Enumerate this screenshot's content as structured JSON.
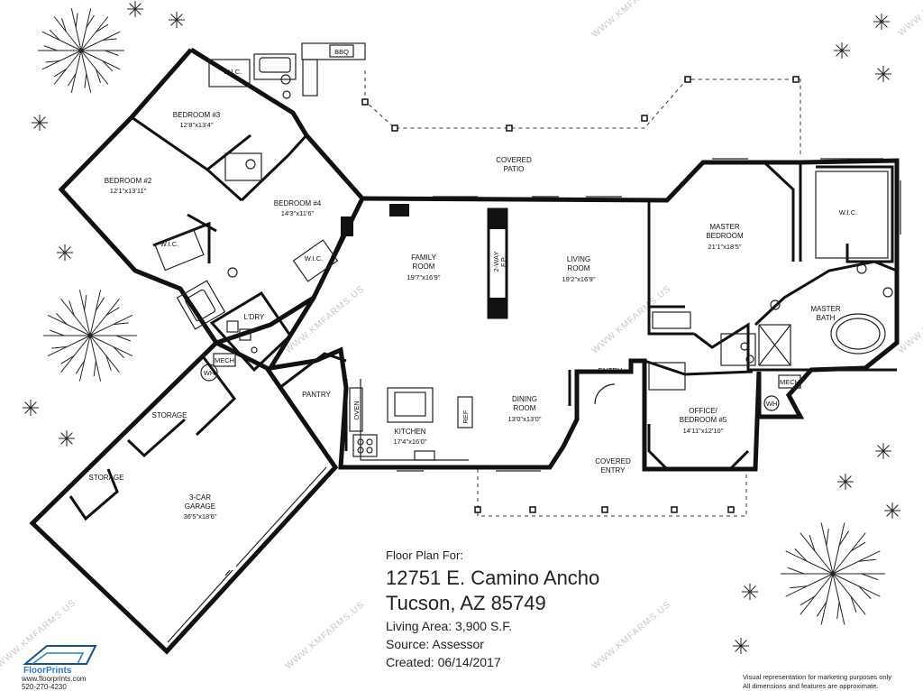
{
  "rooms": {
    "bedroom3": {
      "name": "BEDROOM #3",
      "dims": "12'8\"x13'4\""
    },
    "bedroom2": {
      "name": "BEDROOM #2",
      "dims": "12'1\"x13'11\""
    },
    "bedroom4": {
      "name": "BEDROOM #4",
      "dims": "14'3\"x11'6\""
    },
    "family": {
      "name": "FAMILY",
      "name2": "ROOM",
      "dims": "19'7\"x16'9\""
    },
    "living": {
      "name": "LIVING",
      "name2": "ROOM",
      "dims": "19'2\"x16'9\""
    },
    "master": {
      "name": "MASTER",
      "name2": "BEDROOM",
      "dims": "21'1\"x18'5\""
    },
    "dining": {
      "name": "DINING",
      "name2": "ROOM",
      "dims": "13'0\"x13'0\""
    },
    "kitchen": {
      "name": "KITCHEN",
      "dims": "17'4\"x16'0\""
    },
    "office": {
      "name": "OFFICE/",
      "name2": "BEDROOM #5",
      "dims": "14'11\"x12'10\""
    },
    "garage": {
      "name": "3-CAR",
      "name2": "GARAGE",
      "dims": "36'5\"x18'6\""
    }
  },
  "labels": {
    "wic": "W.I.C.",
    "bbq": "BBQ",
    "covered_patio_1": "COVERED",
    "covered_patio_2": "PATIO",
    "covered_entry_1": "COVERED",
    "covered_entry_2": "ENTRY",
    "entry": "ENTRY",
    "master_bath_1": "MASTER",
    "master_bath_2": "BATH",
    "laundry": "L'DRY",
    "pantry": "PANTRY",
    "storage": "STORAGE",
    "wh": "WH",
    "mech": "MECH",
    "oven": "OVEN",
    "ref": "REF",
    "fireplace_1": "2-WAY",
    "fireplace_2": "F.P."
  },
  "info": {
    "caption": "Floor Plan For:",
    "address_line1": "12751 E. Camino Ancho",
    "address_line2": "Tucson, AZ  85749",
    "living_area": "Living Area:  3,900 S.F.",
    "source": "Source:  Assessor",
    "created": "Created:  06/14/2017"
  },
  "branding": {
    "logo_text": "FloorPrints",
    "website": "www.floorprints.com",
    "phone": "520-270-4230",
    "watermark": "WWW.KMFARMS.US"
  },
  "disclaimer": {
    "line1": "Visual representation for marketing purposes only",
    "line2": "All dimensions and features are approximate."
  }
}
